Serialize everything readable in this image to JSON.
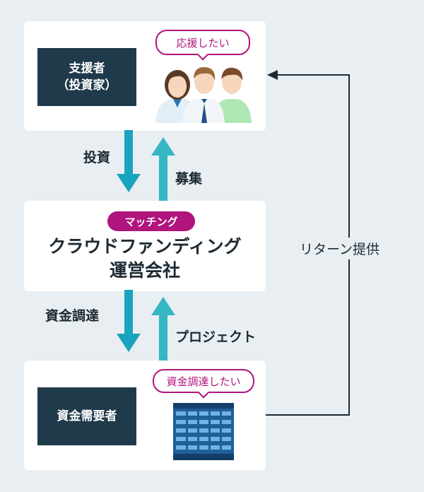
{
  "supporter": {
    "box_label_line1": "支援者",
    "box_label_line2": "（投資家）",
    "bubble": "応援したい"
  },
  "platform": {
    "badge": "マッチング",
    "title_line1": "クラウドファンディング",
    "title_line2": "運営会社"
  },
  "seeker": {
    "box_label": "資金需要者",
    "bubble": "資金調達したい"
  },
  "flows": {
    "invest": "投資",
    "recruit": "募集",
    "funding": "資金調達",
    "project": "プロジェクト",
    "return": "リターン提供"
  },
  "colors": {
    "arrow_down": "#1aa3bf",
    "arrow_up": "#35b6c5",
    "accent": "#b0147d",
    "dark_box": "#1f3a4a"
  },
  "icons": [
    "people-icon",
    "building-icon",
    "return-arrow-icon"
  ]
}
